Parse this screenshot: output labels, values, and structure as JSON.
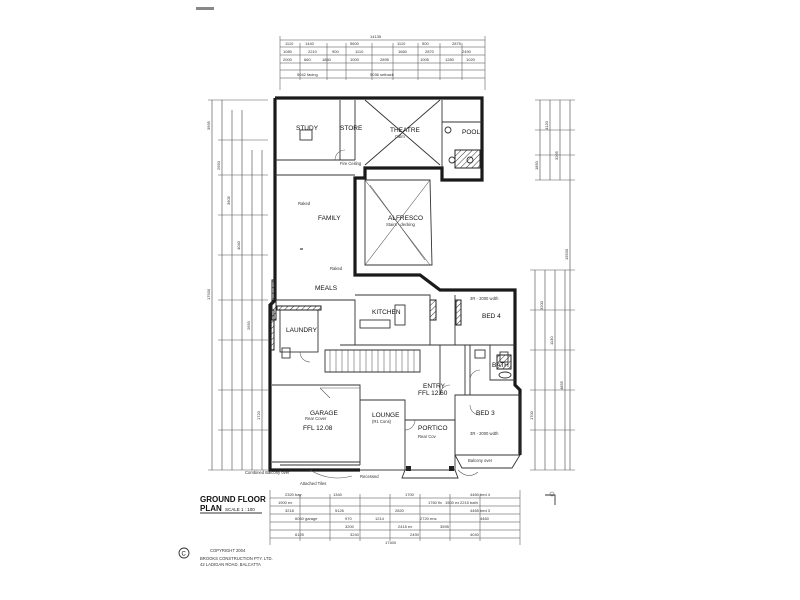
{
  "rooms": {
    "study": "STUDY",
    "store": "STORE",
    "theatre": "THEATRE",
    "pool": "POOL",
    "family": "FAMILY",
    "alfresco": "ALFRESCO",
    "meals": "MEALS",
    "kitchen": "KITCHEN",
    "laundry": "LAUNDRY",
    "bed4": "BED 4",
    "bath": "BATH",
    "bed3": "BED 3",
    "entry": "ENTRY",
    "entry_ffl": "FFL 12.60",
    "garage": "GARAGE",
    "garage_ffl": "FFL 12.08",
    "lounge": "LOUNGE",
    "portico": "PORTICO"
  },
  "title": {
    "line1": "GROUND FLOOR",
    "line2": "PLAN",
    "scale": "SCALE 1 : 100"
  },
  "copyright": {
    "symbol": "C",
    "note": "COPYRIGHT 2004",
    "company": "BROOKS CONSTRUCTION PTY. LTD.",
    "address": "42 LADIGAN ROAD, BALCATTA"
  },
  "top_dims": {
    "overall": "14135",
    "row1": [
      "1110",
      "1440",
      "5600",
      "1110",
      "500",
      "2875"
    ],
    "row2": [
      "1080",
      "2210",
      "900",
      "1110",
      "1660",
      "2870",
      "2490"
    ],
    "row3": [
      "2000",
      "660",
      "1860",
      "1000",
      "2895",
      "1005",
      "1280",
      "1020"
    ],
    "row4": [
      "5042 facing",
      "5036 setback"
    ]
  },
  "bottom_dims": {
    "row1": [
      "2320 bay",
      "1340",
      "1700",
      "1760 fix",
      "4460 bed 4"
    ],
    "row2": [
      "1900 ex",
      "5126",
      "2820",
      "2215 bath",
      "1500 ex"
    ],
    "row3": [
      "3218",
      "970",
      "1214",
      "2720 ens",
      "4465 bed 3"
    ],
    "row4": [
      "6040 garage",
      "3200",
      "2415 ex",
      "3595",
      "4460"
    ],
    "row5": [
      "6125",
      "3240",
      "2490",
      "4040"
    ],
    "overall": "17400"
  },
  "left_dims": [
    "3995",
    "2650",
    "3905",
    "4040",
    "2650",
    "1720",
    "17930"
  ],
  "right_dims": [
    "4120",
    "3265",
    "1850",
    "3200",
    "1130",
    "4855",
    "1700",
    "19530"
  ],
  "notes": {
    "alfresco_sub": "Stairs - decking",
    "theatre_sub": "Calm",
    "garage_sub": "Rear Cover",
    "lounge_sub": "(R1 Cons)",
    "portico_sub": "Rear Cov",
    "bed4_sub": "3R - 2000 wdth",
    "bed3_sub": "3R - 2000 wdth",
    "family_raked": "Raked",
    "meals_flat": "Raked",
    "window_note": "Combined Balcony over",
    "bay_note": "Balcony over",
    "garage_door": "Attached Tiles",
    "recessed": "Recessed",
    "fire_vent": "Fire Ceiling"
  }
}
